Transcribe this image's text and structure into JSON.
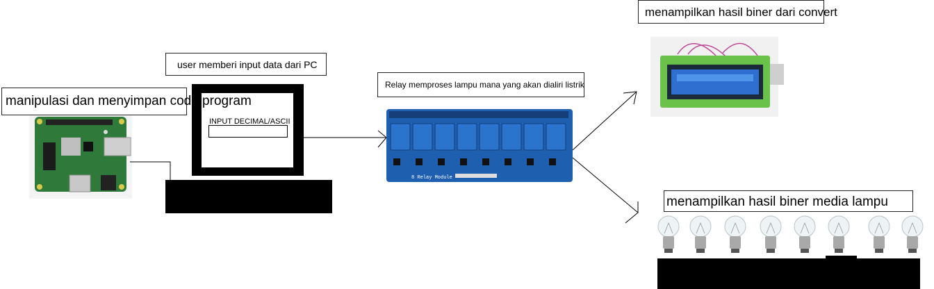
{
  "labels": {
    "raspberry_pi": "manipulasi dan menyimpan code program",
    "pc": "user memberi input data dari PC",
    "relay": "Relay memproses lampu mana yang akan dialiri listrik",
    "lcd": "menampilkan hasil biner dari convert",
    "lamps": "menampilkan hasil biner media lampu"
  },
  "pc": {
    "input_label": "INPUT DECIMAL/ASCII"
  },
  "relay_module": {
    "board_text": "8 Relay Module",
    "relay_count": 8
  },
  "lamps": {
    "count": 8
  },
  "colors": {
    "pcb_green": "#2f7a3a",
    "relay_blue": "#1f5fb0",
    "lcd_green": "#6bc24a",
    "lcd_screen": "#2f6fcf",
    "black": "#000000"
  }
}
